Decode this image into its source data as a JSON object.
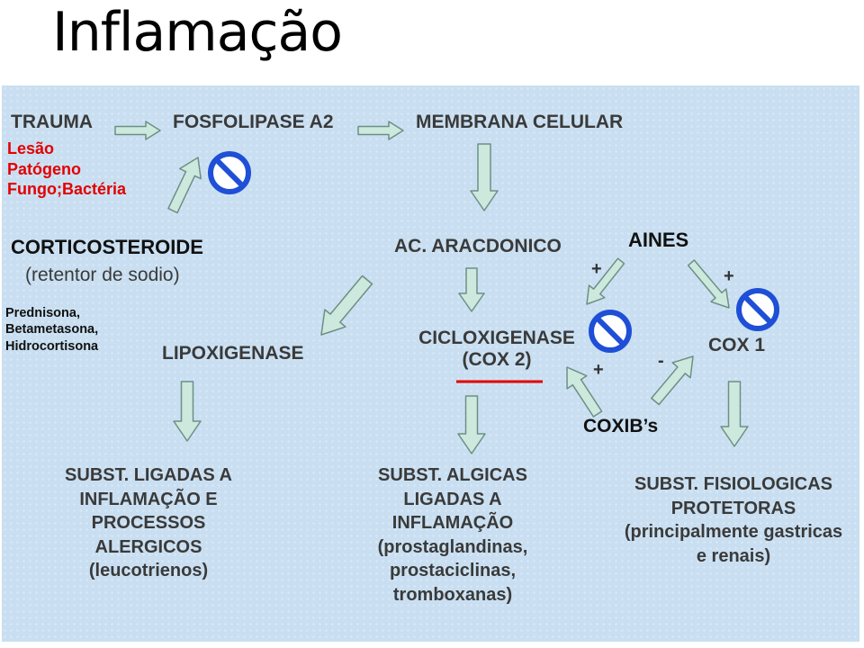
{
  "title": "Inflamação",
  "nodes": {
    "trauma": "TRAUMA",
    "fosfolipase": "FOSFOLIPASE A2",
    "membrana": "MEMBRANA CELULAR",
    "corticosteroide": "CORTICOSTEROIDE",
    "retentor": "(retentor de sodio)",
    "ac_aracdonico": "AC. ARACDONICO",
    "aines": "AINES",
    "lipoxigenase": "LIPOXIGENASE",
    "ciclo_line1": "CICLOXIGENASE",
    "ciclo_line2": "(COX 2)",
    "cox1": "COX 1",
    "coxibs": "COXIB’s",
    "subst_lig": [
      "SUBST. LIGADAS A",
      "INFLAMAÇÃO E",
      "PROCESSOS",
      "ALERGICOS",
      "(leucotrienos)"
    ],
    "subst_alg": [
      "SUBST. ALGICAS",
      "LIGADAS A",
      "INFLAMAÇÃO",
      "(prostaglandinas,",
      "prostaciclinas,",
      "tromboxanas)"
    ],
    "subst_fis": [
      "SUBST. FISIOLOGICAS",
      "PROTETORAS",
      "(principalmente gastricas",
      "e renais)"
    ]
  },
  "red_notes": [
    "Lesão",
    "Patógeno",
    "Fungo;Bactéria"
  ],
  "drugs": [
    "Prednisona,",
    "Betametasona,",
    "Hidrocortisona"
  ],
  "signs": {
    "aines_to_cox2": "+",
    "aines_to_cox1": "+",
    "coxibs_to_cox2": "+",
    "coxibs_to_cox1": "-"
  },
  "colors": {
    "panel": "#c9dff1",
    "arrow_fill": "#cde8dd",
    "arrow_stroke": "#6d8f86",
    "red": "#e30000",
    "prohibit": "#1f4fd6"
  }
}
